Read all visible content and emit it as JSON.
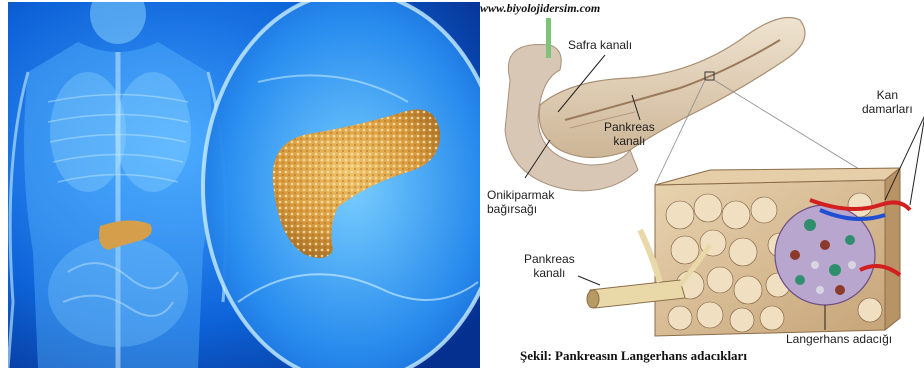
{
  "website": "www.biyolojidersim.com",
  "labels": {
    "bile_duct": "Safra kanalı",
    "pancreatic_duct_top_1": "Pankreas",
    "pancreatic_duct_top_2": "kanalı",
    "duodenum_1": "Onikiparmak",
    "duodenum_2": "bağırsağı",
    "blood_vessels_1": "Kan",
    "blood_vessels_2": "damarları",
    "pancreatic_duct_left_1": "Pankreas",
    "pancreatic_duct_left_2": "kanalı",
    "langerhans_islet": "Langerhans adacığı"
  },
  "caption": "Şekil: Pankreasın Langerhans adacıkları",
  "colors": {
    "body_blue": "#1a6fd6",
    "glow_blue": "#8fd8ff",
    "pancreas_orange": "#e8a23a",
    "tissue_tan": "#d9b98c"
  }
}
